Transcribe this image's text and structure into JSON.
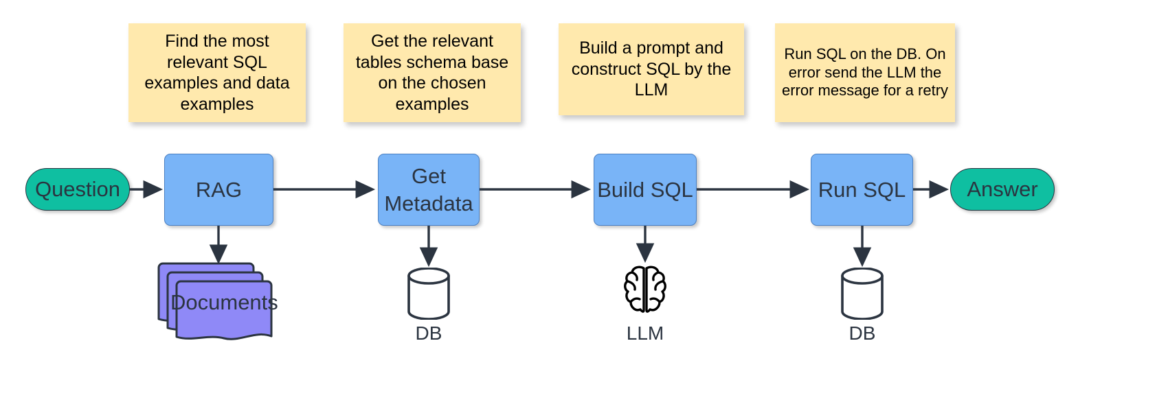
{
  "diagram": {
    "title": "RAG to SQL pipeline",
    "colors": {
      "note_bg": "#ffe9ad",
      "process_bg": "#79b4f7",
      "terminator_bg": "#0fbfa1",
      "documents_bg": "#8f89f7",
      "stroke": "#2b3440"
    },
    "notes": [
      {
        "id": "note-rag",
        "text": "Find the most relevant SQL examples and data examples"
      },
      {
        "id": "note-metadata",
        "text": "Get the relevant tables schema base on the chosen examples"
      },
      {
        "id": "note-build",
        "text": "Build a prompt and construct SQL by the LLM"
      },
      {
        "id": "note-run",
        "text": "Run SQL on the DB. On error send the LLM the error message for a retry"
      }
    ],
    "flow": {
      "start": {
        "label": "Question"
      },
      "steps": [
        {
          "id": "rag",
          "label": "RAG"
        },
        {
          "id": "metadata",
          "label": "Get Metadata"
        },
        {
          "id": "build-sql",
          "label": "Build SQL"
        },
        {
          "id": "run-sql",
          "label": "Run SQL"
        }
      ],
      "end": {
        "label": "Answer"
      }
    },
    "artifacts": [
      {
        "id": "documents",
        "label": "Documents",
        "icon": "documents-stack-icon"
      },
      {
        "id": "db-1",
        "label": "DB",
        "icon": "database-cylinder-icon"
      },
      {
        "id": "llm",
        "label": "LLM",
        "icon": "brain-icon"
      },
      {
        "id": "db-2",
        "label": "DB",
        "icon": "database-cylinder-icon"
      }
    ]
  }
}
